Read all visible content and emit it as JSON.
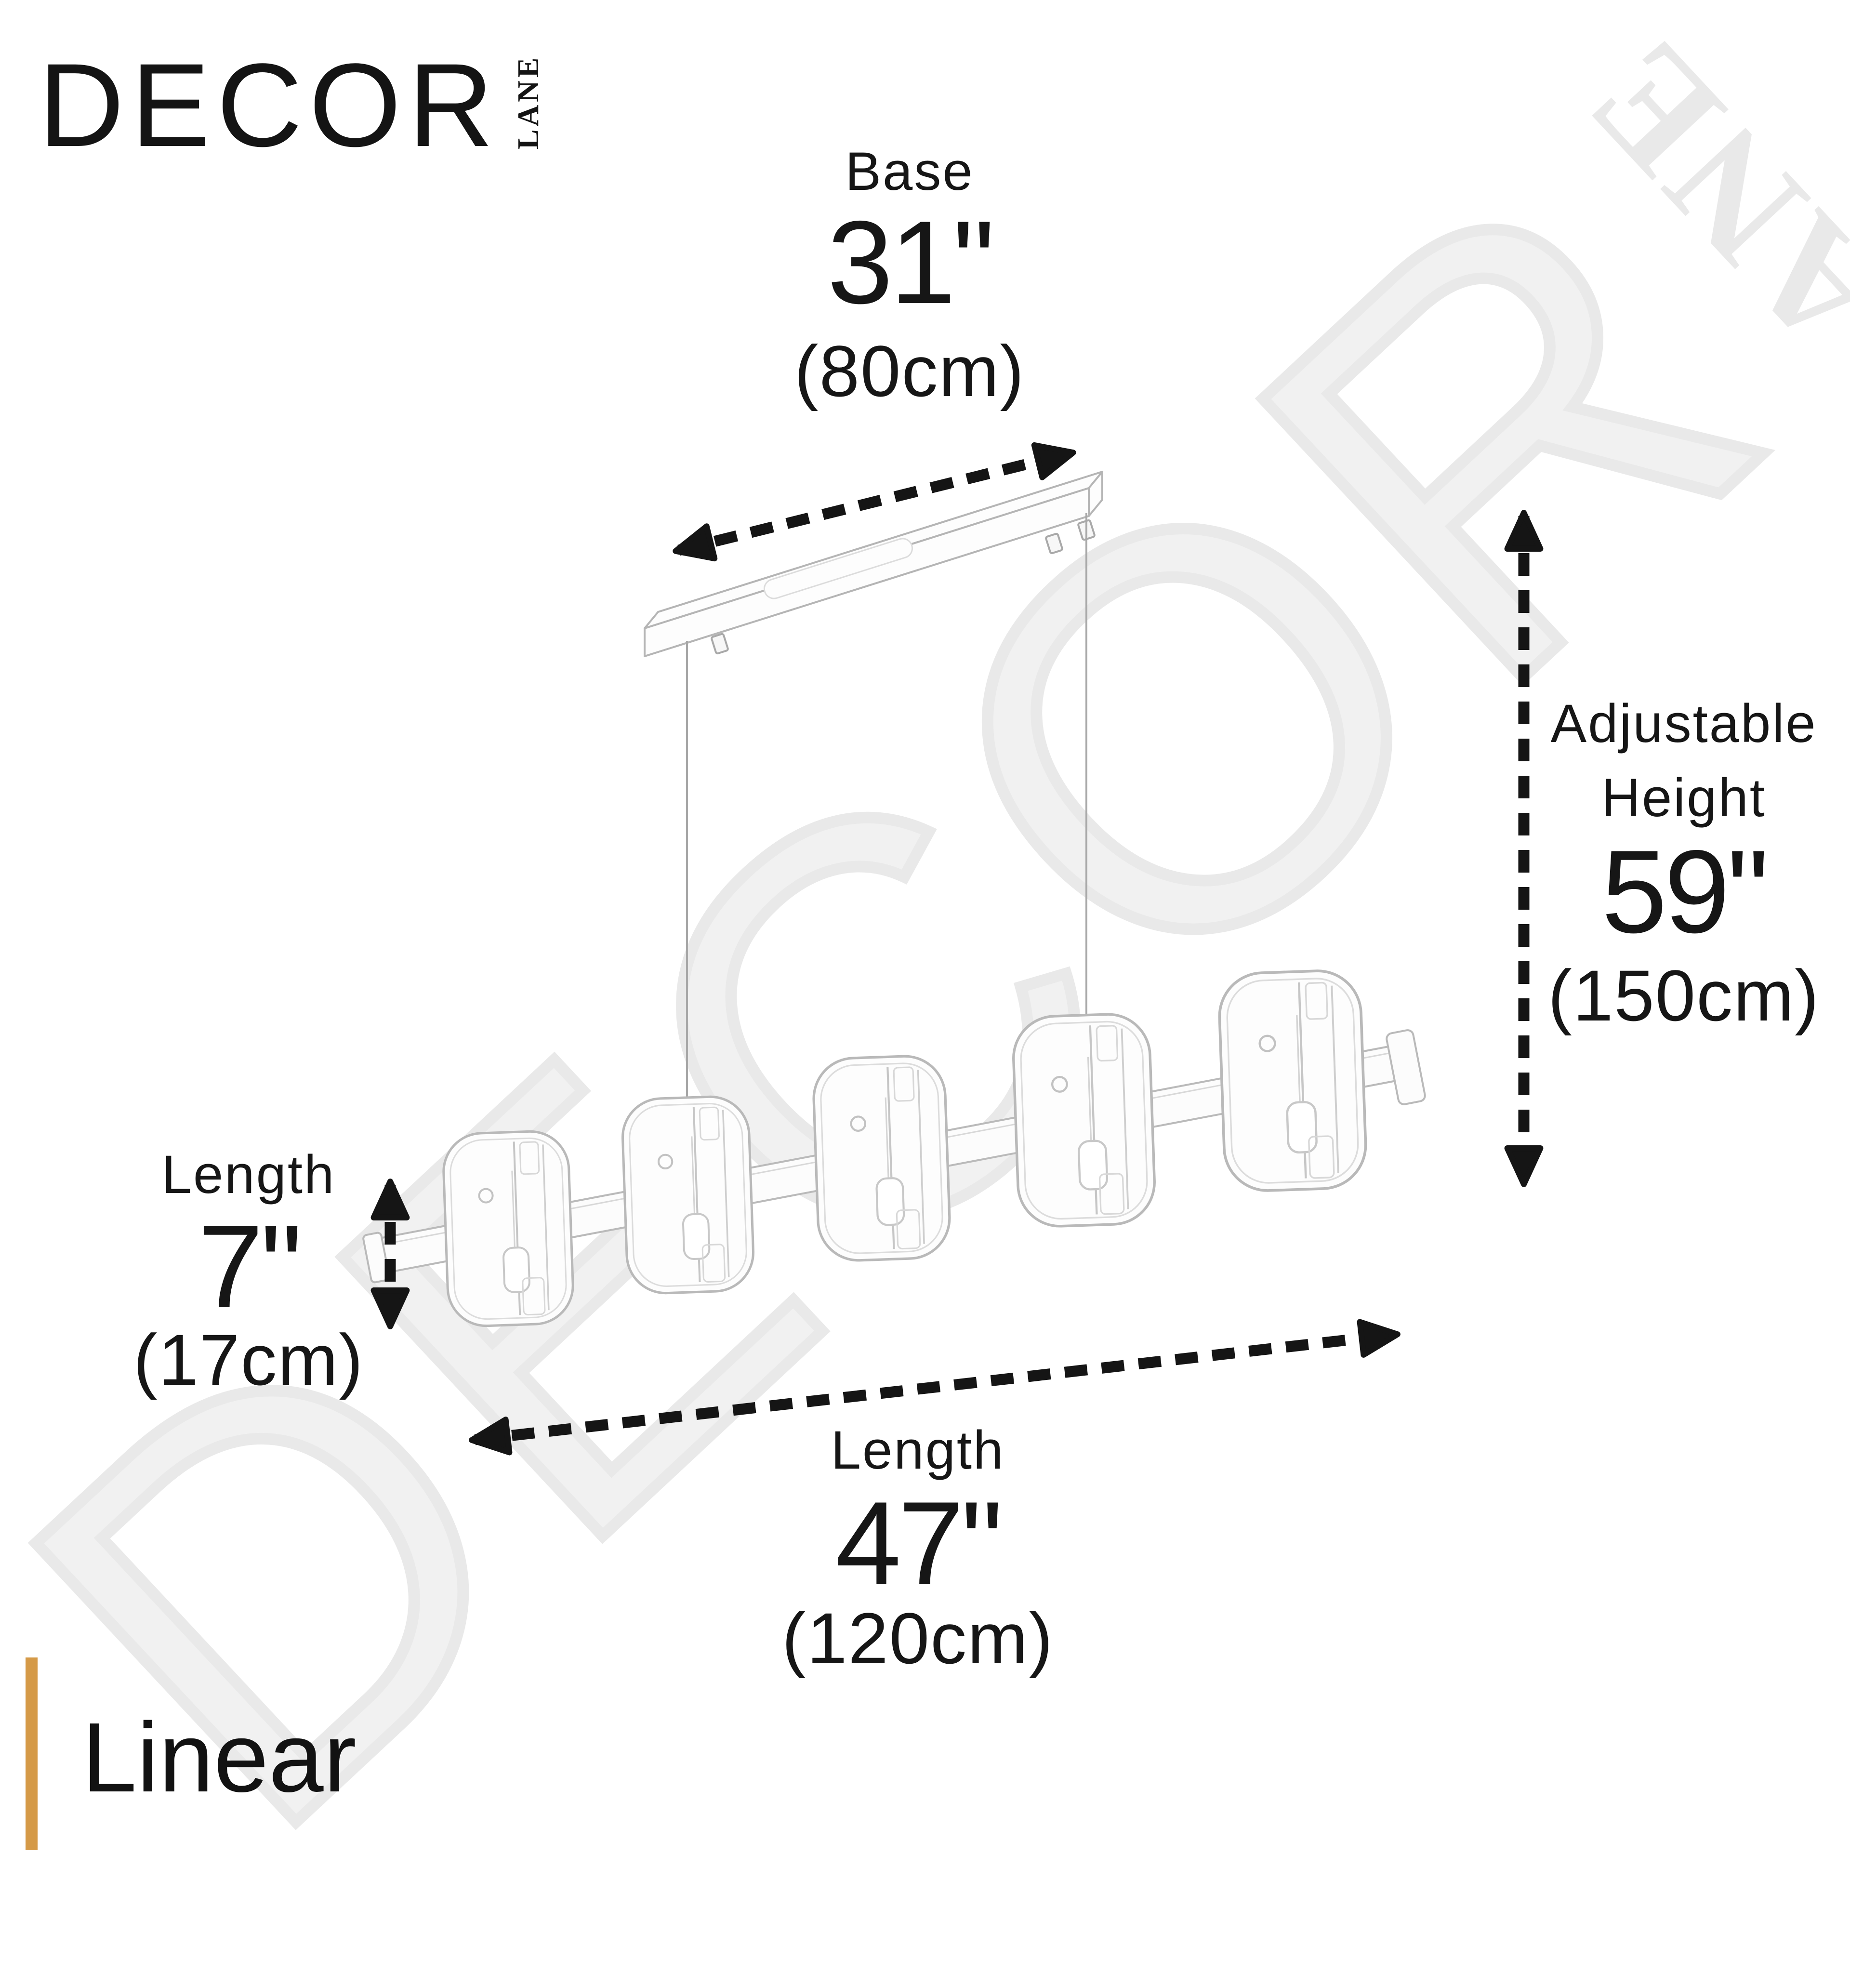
{
  "brand": {
    "logo_main": "DECOR",
    "logo_sub": "LANE"
  },
  "watermark": {
    "text_main": "DECOR",
    "text_sub": "LANE"
  },
  "product": {
    "style_name": "Linear"
  },
  "dimensions": {
    "base": {
      "label": "Base",
      "inches": "31\"",
      "metric": "(80cm)"
    },
    "adjustable_height": {
      "label_line1": "Adjustable",
      "label_line2": "Height",
      "inches": "59\"",
      "metric": "(150cm)"
    },
    "shade_length": {
      "label": "Length",
      "inches": "7\"",
      "metric": "(17cm)"
    },
    "fixture_length": {
      "label": "Length",
      "inches": "47\"",
      "metric": "(120cm)"
    }
  },
  "colors": {
    "background": "#ffffff",
    "ink": "#161616",
    "accent_gold": "#D59A48",
    "sketch_line": "#bcbcbc",
    "watermark_gray": "#ececec"
  }
}
